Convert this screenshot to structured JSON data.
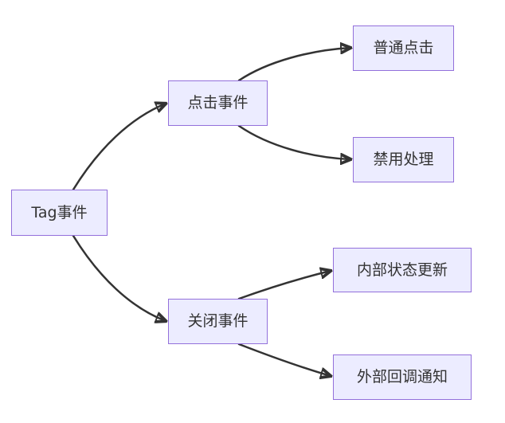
{
  "diagram": {
    "type": "flowchart",
    "direction": "left-to-right",
    "colors": {
      "background": "#FFFFFF",
      "node_fill": "#ECECFF",
      "node_border": "#9370DB",
      "edge": "#333333",
      "text": "#333333"
    },
    "nodes": [
      {
        "id": "root",
        "label": "Tag事件"
      },
      {
        "id": "click",
        "label": "点击事件"
      },
      {
        "id": "close",
        "label": "关闭事件"
      },
      {
        "id": "normal",
        "label": "普通点击"
      },
      {
        "id": "disabled",
        "label": "禁用处理"
      },
      {
        "id": "internal",
        "label": "内部状态更新"
      },
      {
        "id": "external",
        "label": "外部回调通知"
      }
    ],
    "edges": [
      {
        "from": "Tag事件",
        "to": "点击事件"
      },
      {
        "from": "Tag事件",
        "to": "关闭事件"
      },
      {
        "from": "点击事件",
        "to": "普通点击"
      },
      {
        "from": "点击事件",
        "to": "禁用处理"
      },
      {
        "from": "关闭事件",
        "to": "内部状态更新"
      },
      {
        "from": "关闭事件",
        "to": "外部回调通知"
      }
    ]
  }
}
